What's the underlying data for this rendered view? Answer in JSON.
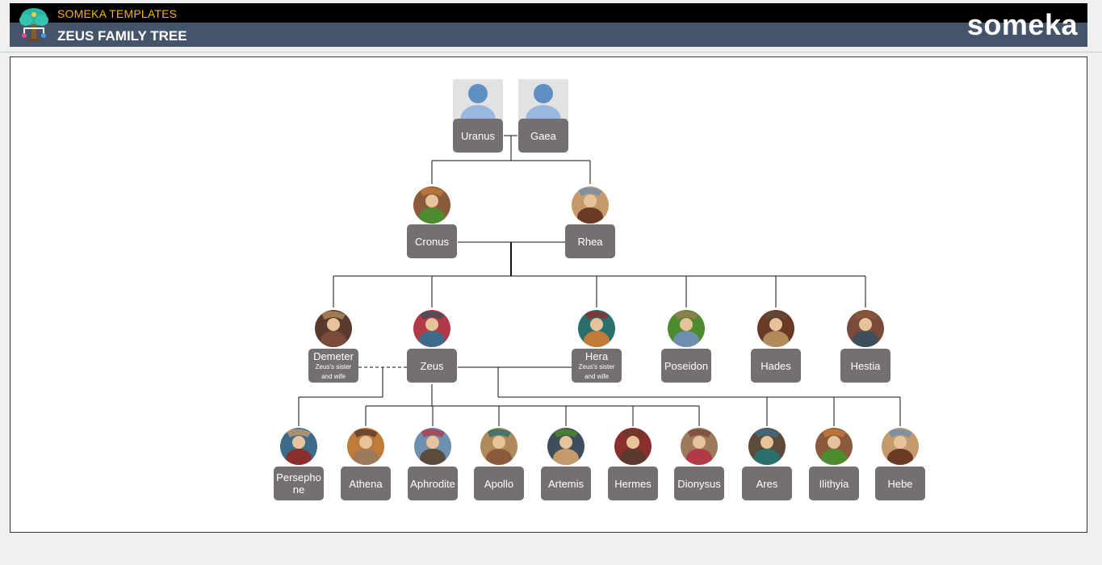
{
  "header": {
    "brand": "SOMEKA TEMPLATES",
    "title": "ZEUS FAMILY TREE",
    "logo_text": "someka",
    "colors": {
      "top_bar": "#000000",
      "title_bar": "#44546a",
      "brand_text": "#f4b400",
      "card": "#757070"
    }
  },
  "tree": {
    "ancestors": [
      {
        "name": "Uranus",
        "photo": "person-placeholder-icon"
      },
      {
        "name": "Gaea",
        "photo": "person-placeholder-icon"
      }
    ],
    "parents": [
      {
        "name": "Cronus",
        "photo": "portrait"
      },
      {
        "name": "Rhea",
        "photo": "portrait"
      }
    ],
    "siblings": [
      {
        "name": "Demeter",
        "note": "Zeus's sister and wife"
      },
      {
        "name": "Zeus",
        "note": ""
      },
      {
        "name": "Hera",
        "note": "Zeus's sister and wife"
      },
      {
        "name": "Poseidon",
        "note": ""
      },
      {
        "name": "Hades",
        "note": ""
      },
      {
        "name": "Hestia",
        "note": ""
      }
    ],
    "children": [
      {
        "name": "Persephone"
      },
      {
        "name": "Athena"
      },
      {
        "name": "Aphrodite"
      },
      {
        "name": "Apollo"
      },
      {
        "name": "Artemis"
      },
      {
        "name": "Hermes"
      },
      {
        "name": "Dionysus"
      },
      {
        "name": "Ares"
      },
      {
        "name": "Ilithyia"
      },
      {
        "name": "Hebe"
      }
    ]
  }
}
